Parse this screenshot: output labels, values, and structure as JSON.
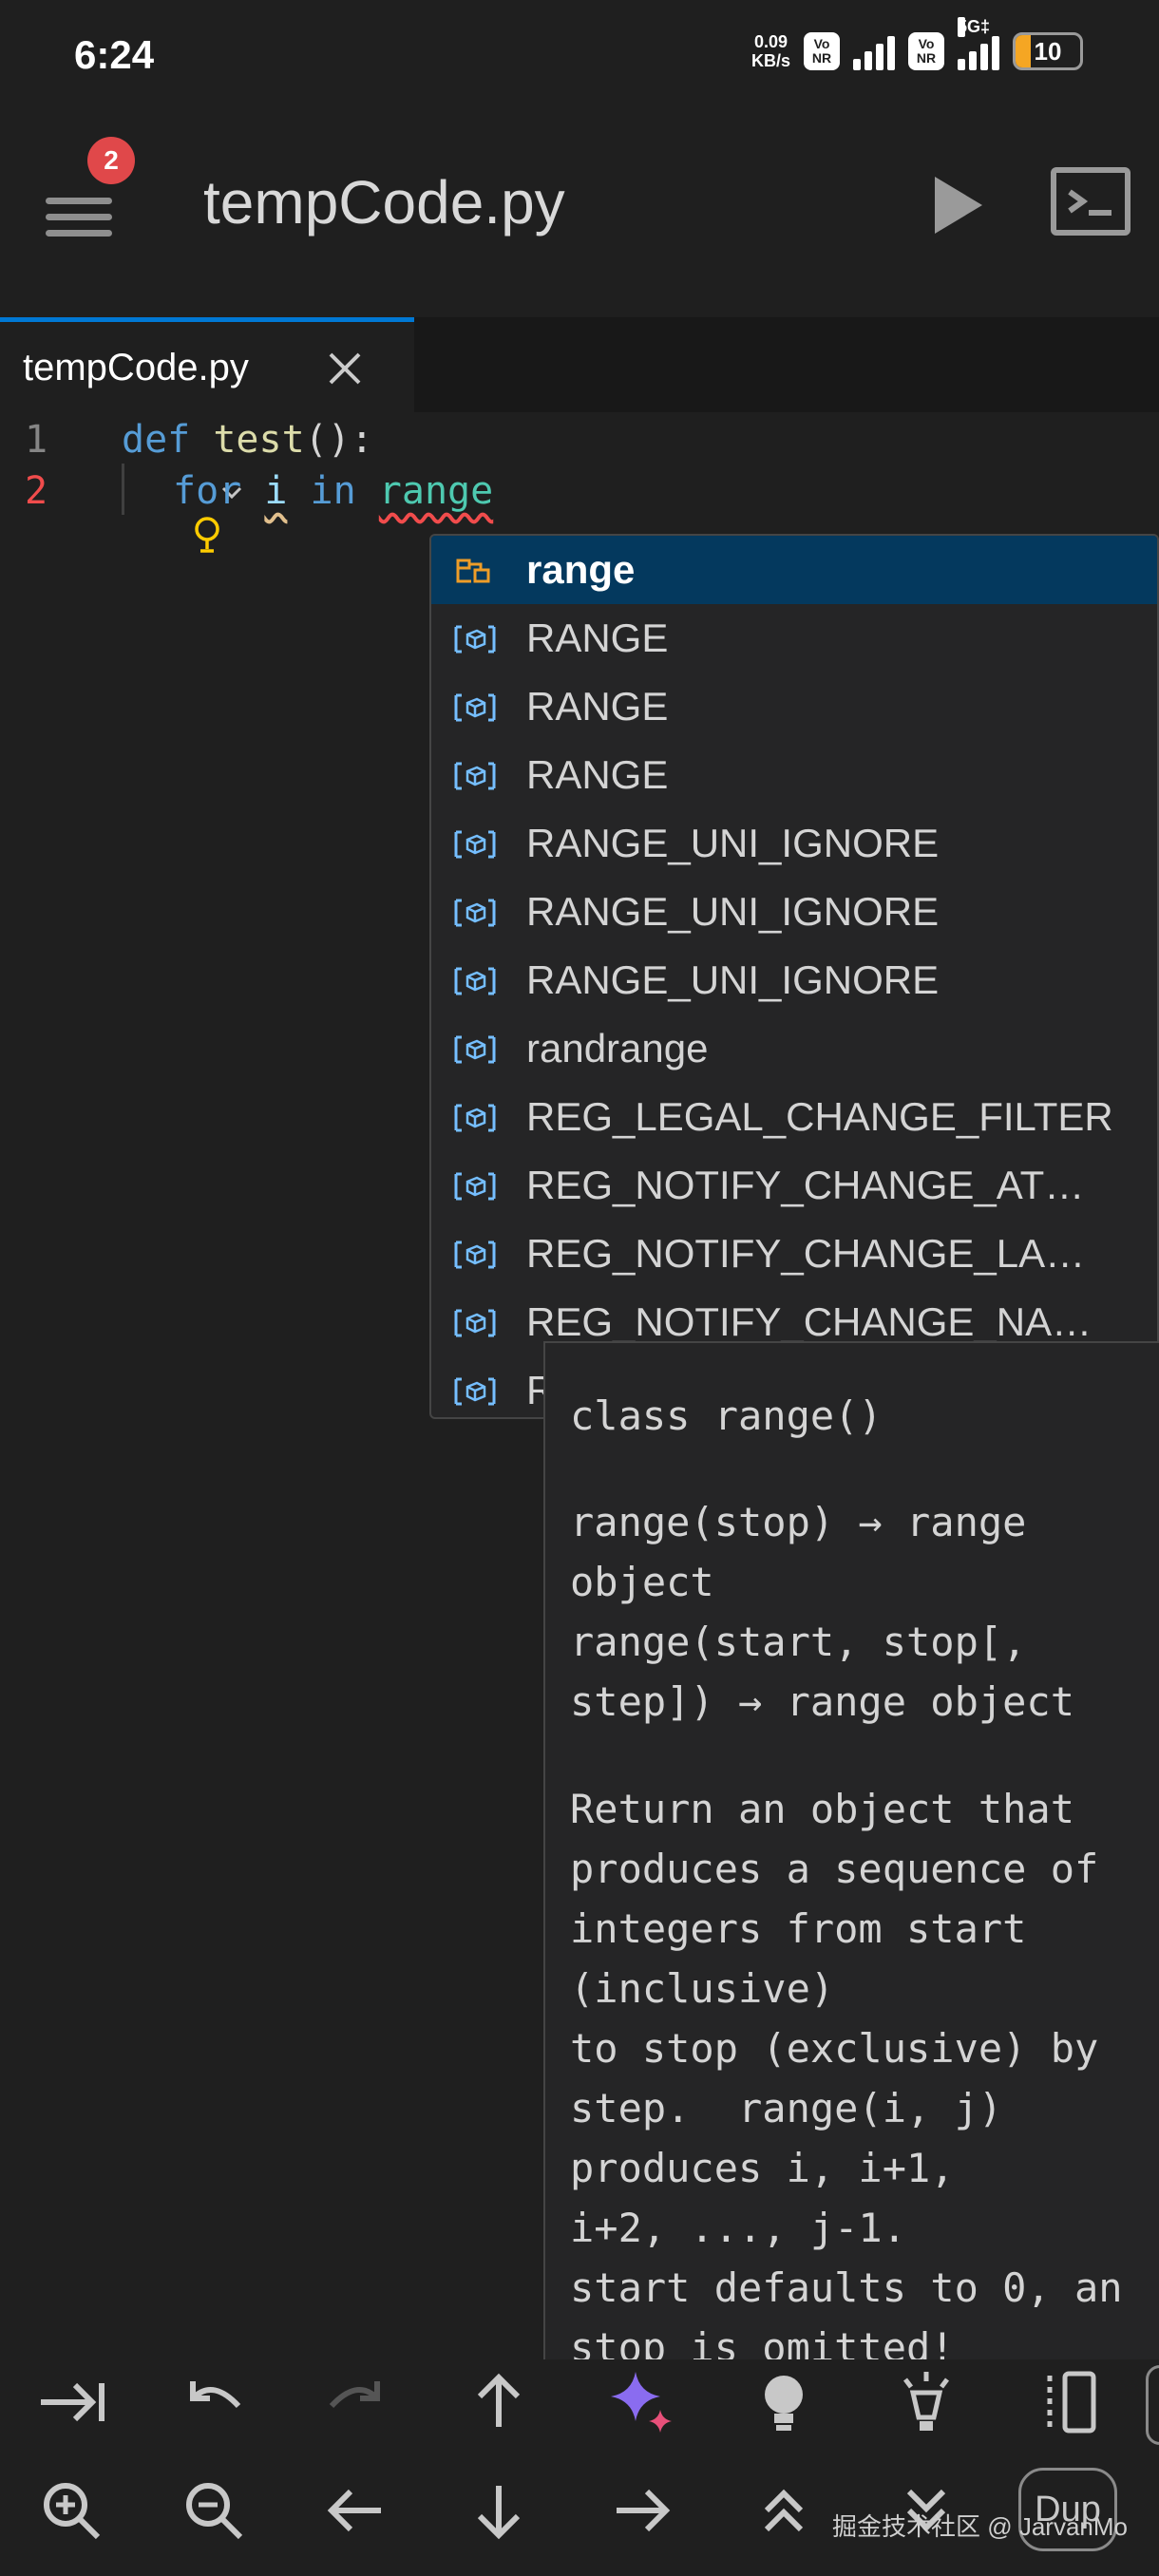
{
  "status_bar": {
    "time": "6:24",
    "net_speed_value": "0.09",
    "net_speed_unit": "KB/s",
    "volte_top": "Vo",
    "volte_bottom": "NR",
    "network_label": "5G‡",
    "battery_level": "10",
    "battery_color": "#f5a623"
  },
  "header": {
    "menu_icon": "hamburger-menu-icon",
    "notification_count": "2",
    "title": "tempCode.py",
    "run_icon": "play-icon",
    "terminal_icon": "terminal-icon"
  },
  "tabs": [
    {
      "label": "tempCode.py",
      "active": true,
      "close_icon": "close-icon"
    }
  ],
  "editor": {
    "lines": [
      {
        "number": "1",
        "tokens": [
          "def",
          " ",
          "test",
          "():"
        ]
      },
      {
        "number": "2",
        "tokens": [
          "for",
          " ",
          "i",
          " ",
          "in",
          " ",
          "range"
        ]
      }
    ]
  },
  "suggestions": {
    "items": [
      {
        "label": "range",
        "kind": "class-icon",
        "selected": true
      },
      {
        "label": "RANGE",
        "kind": "variable-icon"
      },
      {
        "label": "RANGE",
        "kind": "variable-icon"
      },
      {
        "label": "RANGE",
        "kind": "variable-icon"
      },
      {
        "label": "RANGE_UNI_IGNORE",
        "kind": "variable-icon"
      },
      {
        "label": "RANGE_UNI_IGNORE",
        "kind": "variable-icon"
      },
      {
        "label": "RANGE_UNI_IGNORE",
        "kind": "variable-icon"
      },
      {
        "label": "randrange",
        "kind": "variable-icon"
      },
      {
        "label": "REG_LEGAL_CHANGE_FILTER",
        "kind": "variable-icon"
      },
      {
        "label": "REG_NOTIFY_CHANGE_AT…",
        "kind": "variable-icon"
      },
      {
        "label": "REG_NOTIFY_CHANGE_LA…",
        "kind": "variable-icon"
      },
      {
        "label": "REG_NOTIFY_CHANGE_NA…",
        "kind": "variable-icon"
      },
      {
        "label": "R",
        "kind": "variable-icon"
      }
    ]
  },
  "details": {
    "lines": [
      "class range()",
      "",
      "range(stop) → range",
      "object",
      "range(start, stop[,",
      "step]) → range object",
      "",
      "Return an object that",
      "produces a sequence of",
      "integers from start",
      "(inclusive)",
      "to stop (exclusive) by",
      "step.  range(i, j)",
      "produces i, i+1,",
      "i+2, ..., j-1.",
      "start defaults to 0, an",
      "stop is omitted!"
    ]
  },
  "toolbar": {
    "row1": [
      "tab-indent-icon",
      "undo-icon",
      "redo-icon",
      "arrow-up-icon",
      "ai-sparkle-icon",
      "lightbulb-icon",
      "bug-lamp-icon",
      "split-view-icon"
    ],
    "row2": [
      "zoom-in-icon",
      "zoom-out-icon",
      "arrow-left-icon",
      "arrow-down-icon",
      "arrow-right-icon",
      "double-chevron-up-icon",
      "double-chevron-down-icon"
    ],
    "dup_label": "Dup"
  },
  "watermark": "掘金技术社区 @ JarvanMo",
  "colors": {
    "background": "#1f1f1f",
    "accent": "#0078d4",
    "selection": "#04395e",
    "keyword": "#569cd6",
    "function": "#dcdcaa",
    "builtin": "#4ec9b0",
    "error": "#f14c4c"
  }
}
